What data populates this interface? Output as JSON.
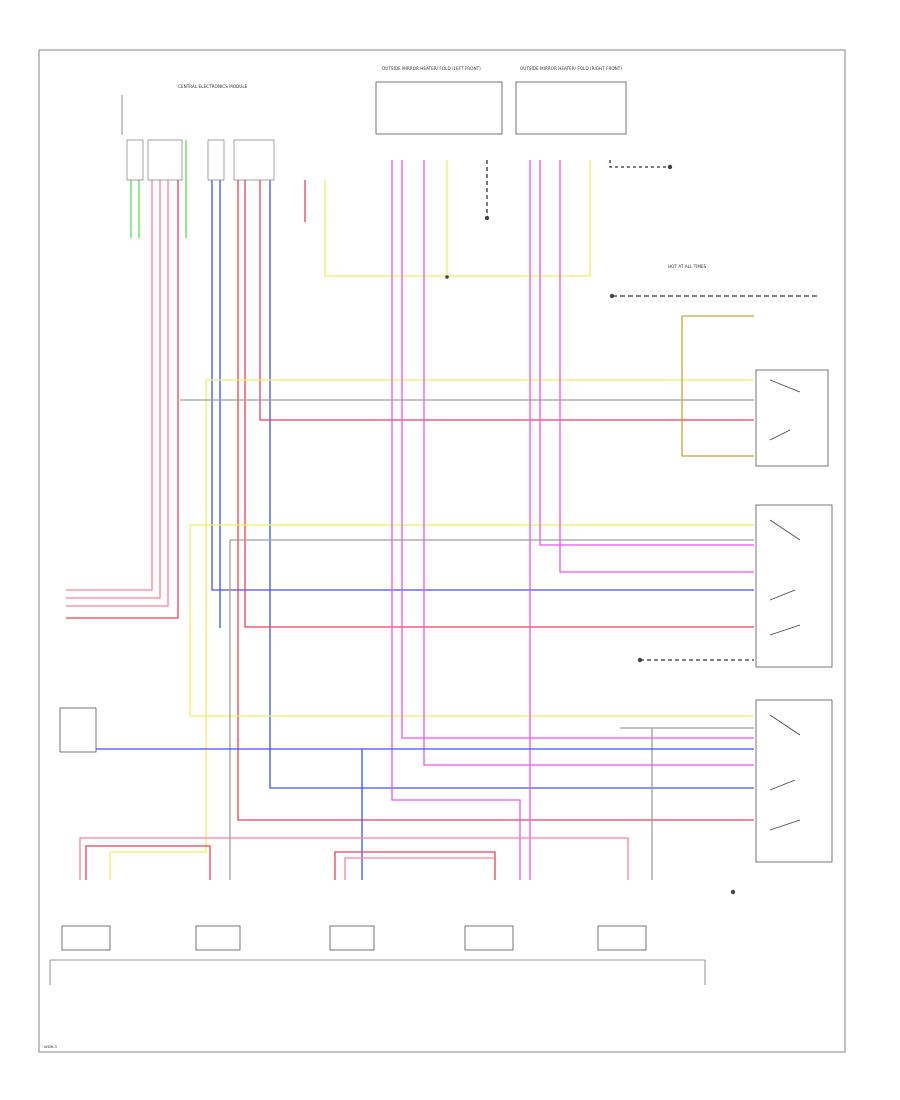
{
  "colors": {
    "pink": "#ff7f9a",
    "red": "#f23d55",
    "blue": "#3f52ff",
    "magenta": "#ee55ee",
    "yellow": "#f2ef62",
    "green": "#55e055",
    "gray": "#9e9e9e",
    "black": "#333333",
    "olive": "#c2a83a"
  },
  "labels": {
    "central_module": "CENTRAL ELECTRONICS MODULE",
    "fold_mirror_left": "OUTSIDE MIRROR HEATER/ FOLD (LEFT FRONT)",
    "fold_mirror_right": "OUTSIDE MIRROR HEATER/ FOLD (RIGHT FRONT)",
    "hot_at_all_times": "HOT AT ALL TIMES",
    "page_footer": "WD6-3"
  }
}
